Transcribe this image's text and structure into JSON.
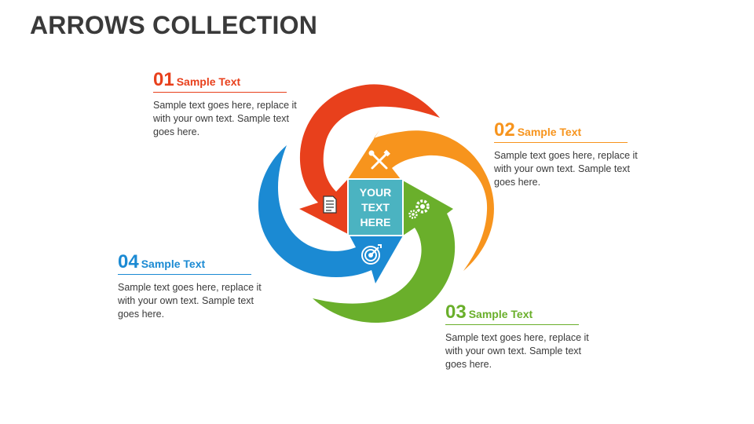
{
  "title": "ARROWS COLLECTION",
  "center": {
    "lines": [
      "YOUR",
      "TEXT",
      "HERE"
    ]
  },
  "items": [
    {
      "number": "01",
      "label": "Sample Text",
      "color": "#E8401C",
      "text": "Sample text goes here, replace it with your own text. Sample text goes here.",
      "icon": "document-icon"
    },
    {
      "number": "02",
      "label": "Sample Text",
      "color": "#F7941D",
      "text": "Sample text goes here, replace it with your own text. Sample text goes here.",
      "icon": "tools-icon"
    },
    {
      "number": "03",
      "label": "Sample Text",
      "color": "#6AAF2B",
      "text": "Sample text goes here, replace it with your own text. Sample text goes here.",
      "icon": "gears-icon"
    },
    {
      "number": "04",
      "label": "Sample Text",
      "color": "#1B8AD3",
      "text": "Sample text goes here, replace it with your own text. Sample text goes here.",
      "icon": "target-icon"
    }
  ],
  "colors": {
    "center_box": "#4BB3C1",
    "title": "#3A3A3A"
  }
}
